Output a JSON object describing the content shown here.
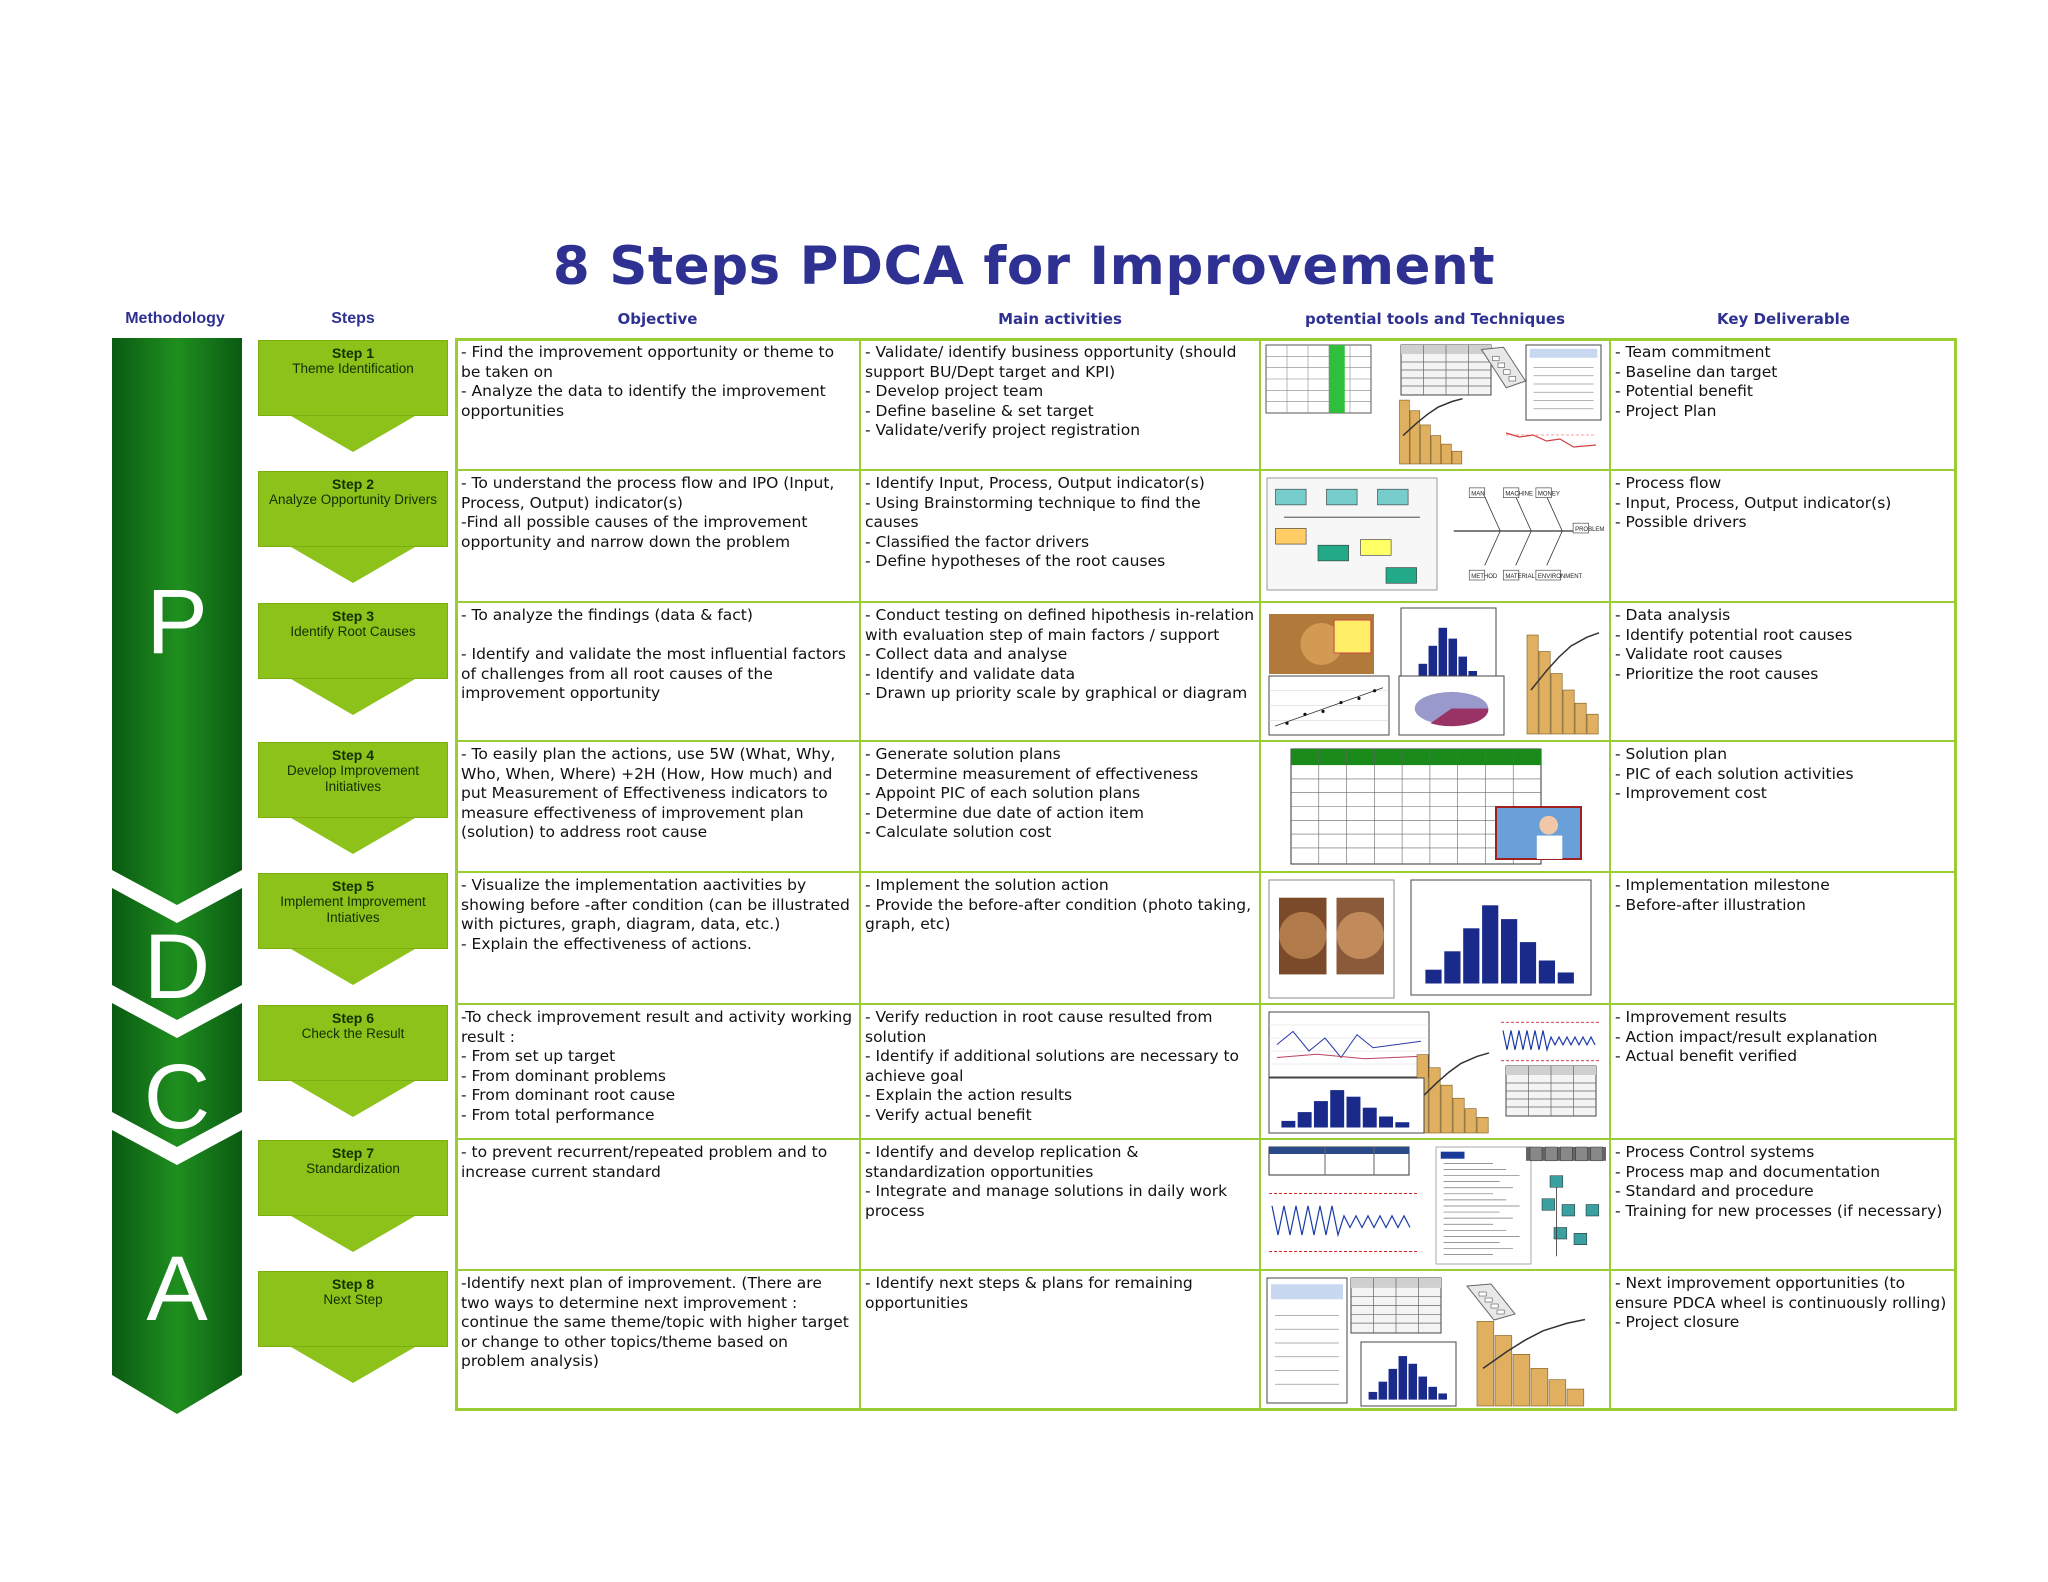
{
  "title": "8 Steps PDCA for Improvement",
  "headers": {
    "methodology": "Methodology",
    "steps": "Steps",
    "objective": "Objective",
    "activities": "Main activities",
    "tools": "potential tools and Techniques",
    "deliverable": "Key Deliverable"
  },
  "phases": [
    "P",
    "D",
    "C",
    "A"
  ],
  "colors": {
    "title": "#2e3192",
    "step_green": "#8cc21a",
    "band_dark": "#0a5a12",
    "band_light": "#1f8f1f",
    "grid": "#9acd32"
  },
  "steps": [
    {
      "number": "Step 1",
      "name": "Theme Identification",
      "objective": "- Find the improvement opportunity or theme to be taken on\n- Analyze the data to identify the improvement opportunities",
      "activities": "- Validate/ identify business opportunity (should support BU/Dept target and KPI)\n- Develop project team\n- Define baseline & set target\n- Validate/verify project registration",
      "deliverable": "- Team commitment\n- Baseline dan target\n- Potential benefit\n- Project Plan",
      "tool_icons": [
        "data-sheet-icon",
        "check-sheet-icon",
        "flowchart-icon",
        "form-icon",
        "pareto-chart-icon",
        "trend-chart-icon"
      ]
    },
    {
      "number": "Step 2",
      "name": "Analyze Opportunity Drivers",
      "objective": "- To understand the process flow and IPO (Input, Process, Output) indicator(s)\n-Find all possible causes of the improvement opportunity and narrow down the problem",
      "activities": "- Identify Input, Process, Output indicator(s)\n- Using Brainstorming technique to find the causes\n- Classified the factor drivers\n- Define hypotheses of the root causes",
      "deliverable": "- Process flow\n- Input, Process, Output indicator(s)\n- Possible drivers",
      "tool_icons": [
        "process-flow-icon",
        "fishbone-diagram-icon"
      ],
      "fishbone_labels": [
        "MAN",
        "MACHINE",
        "MONEY",
        "PROBLEM",
        "METHOD",
        "MATERIAL",
        "ENVIRONMENT"
      ]
    },
    {
      "number": "Step 3",
      "name": "Identify Root Causes",
      "objective": "- To analyze the findings (data & fact)\n\n- Identify and validate the most influential factors of challenges from all root causes of the improvement opportunity",
      "activities": "- Conduct testing on defined hipothesis in-relation with evaluation step of main factors / support\n- Collect data and analyse\n- Identify and validate data\n- Drawn up priority scale by graphical or diagram",
      "deliverable": "- Data analysis\n- Identify potential root causes\n- Validate root causes\n- Prioritize the root causes",
      "tool_icons": [
        "photo-icon",
        "histogram-icon",
        "scatter-plot-icon",
        "pie-chart-icon",
        "pareto-chart-icon"
      ]
    },
    {
      "number": "Step 4",
      "name": "Develop Improvement Initiatives",
      "objective": "- To easily plan the actions, use 5W (What, Why, Who, When, Where) +2H (How, How much) and put Measurement of Effectiveness indicators to measure effectiveness of improvement plan (solution) to address root cause",
      "activities": "- Generate solution plans\n- Determine measurement of effectiveness\n- Appoint PIC of each solution plans\n- Determine due date of action item\n- Calculate solution cost",
      "deliverable": "- Solution plan\n- PIC of each solution activities\n- Improvement cost",
      "tool_icons": [
        "action-plan-table-icon",
        "presenter-photo-icon"
      ]
    },
    {
      "number": "Step 5",
      "name": "Implement Improvement Intiatives",
      "objective": "- Visualize the implementation aactivities by showing before -after condition (can be illustrated with pictures, graph, diagram, data, etc.)\n- Explain the effectiveness of actions.",
      "activities": "- Implement the solution action\n- Provide the before-after condition (photo taking, graph, etc)",
      "deliverable": "- Implementation milestone\n- Before-after illustration",
      "tool_icons": [
        "before-after-photo-icon",
        "histogram-icon",
        "box-plot-icon"
      ]
    },
    {
      "number": "Step 6",
      "name": "Check the Result",
      "objective": "-To check improvement result and activity working result :\n- From set up target\n- From dominant problems\n- From dominant root cause\n- From total performance",
      "activities": "- Verify reduction in root cause resulted from solution\n- Identify if additional solutions are necessary to achieve goal\n- Explain the action results\n- Verify actual benefit",
      "deliverable": "- Improvement results\n- Action impact/result explanation\n- Actual benefit verified",
      "tool_icons": [
        "line-chart-icon",
        "pareto-chart-icon",
        "control-chart-icon",
        "histogram-icon",
        "check-sheet-icon"
      ]
    },
    {
      "number": "Step 7",
      "name": "Standardization",
      "objective": "- to prevent recurrent/repeated problem and to increase current standard",
      "activities": "- Identify and develop replication & standardization opportunities\n- Integrate and manage solutions in daily work process",
      "deliverable": "- Process Control systems\n- Process map and documentation\n- Standard and procedure\n- Training for new processes (if necessary)",
      "tool_icons": [
        "control-table-icon",
        "control-chart-icon",
        "procedure-document-icon",
        "process-map-icon"
      ]
    },
    {
      "number": "Step 8",
      "name": "Next Step",
      "objective": "-Identify next plan of improvement. (There are two ways to determine next improvement : continue the same theme/topic with higher target or change to other topics/theme based on problem analysis)",
      "activities": "- Identify next steps & plans for remaining opportunities",
      "deliverable": "- Next improvement opportunities (to ensure PDCA wheel is continuously rolling)\n- Project closure",
      "tool_icons": [
        "form-icon",
        "check-sheet-icon",
        "histogram-icon",
        "flowchart-icon",
        "pareto-chart-icon"
      ]
    }
  ]
}
